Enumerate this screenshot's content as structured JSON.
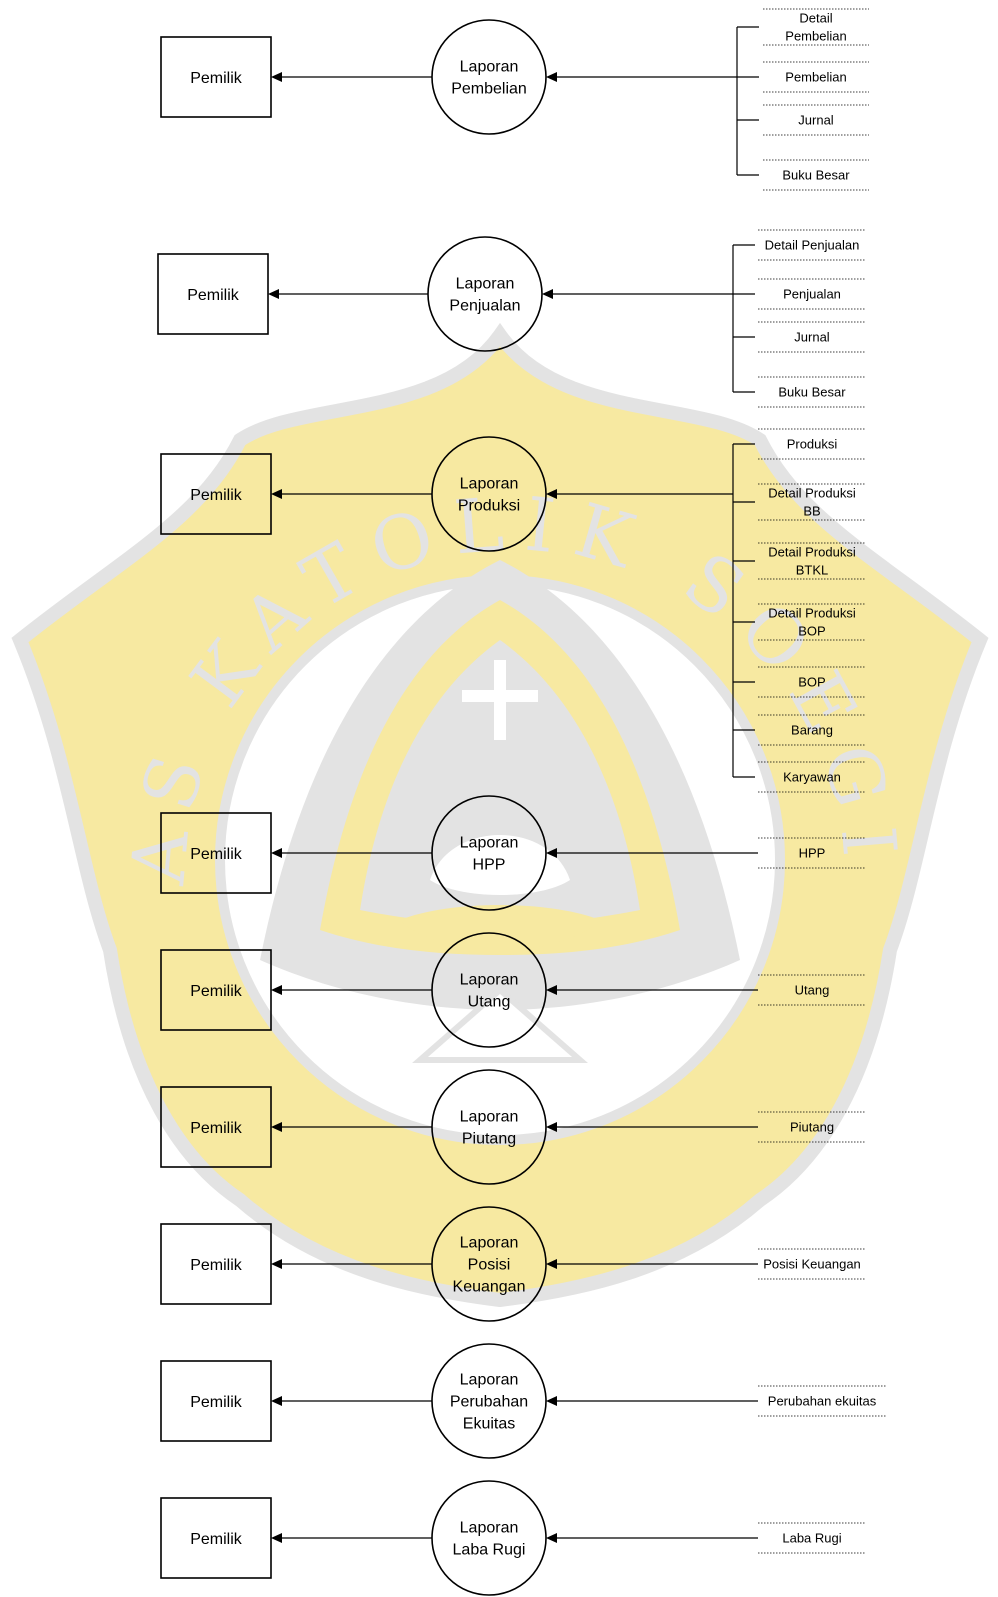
{
  "diagram": {
    "entity_label": "Pemilik",
    "groups": [
      {
        "process": [
          "Laporan",
          "Pembelian"
        ],
        "stores": [
          [
            "Detail",
            "Pembelian"
          ],
          [
            "Pembelian"
          ],
          [
            "Jurnal"
          ],
          [
            "Buku Besar"
          ]
        ]
      },
      {
        "process": [
          "Laporan",
          "Penjualan"
        ],
        "stores": [
          [
            "Detail Penjualan"
          ],
          [
            "Penjualan"
          ],
          [
            "Jurnal"
          ],
          [
            "Buku Besar"
          ]
        ]
      },
      {
        "process": [
          "Laporan",
          "Produksi"
        ],
        "stores": [
          [
            "Produksi"
          ],
          [
            "Detail Produksi",
            "BB"
          ],
          [
            "Detail Produksi",
            "BTKL"
          ],
          [
            "Detail Produksi",
            "BOP"
          ],
          [
            "BOP"
          ],
          [
            "Barang"
          ],
          [
            "Karyawan"
          ]
        ]
      },
      {
        "process": [
          "Laporan",
          "HPP"
        ],
        "stores": [
          [
            "HPP"
          ]
        ]
      },
      {
        "process": [
          "Laporan",
          "Utang"
        ],
        "stores": [
          [
            "Utang"
          ]
        ]
      },
      {
        "process": [
          "Laporan",
          "Piutang"
        ],
        "stores": [
          [
            "Piutang"
          ]
        ]
      },
      {
        "process": [
          "Laporan",
          "Posisi",
          "Keuangan"
        ],
        "stores": [
          [
            "Posisi Keuangan"
          ]
        ]
      },
      {
        "process": [
          "Laporan",
          "Perubahan",
          "Ekuitas"
        ],
        "stores": [
          [
            "Perubahan ekuitas"
          ]
        ]
      },
      {
        "process": [
          "Laporan",
          "Laba Rugi"
        ],
        "stores": [
          [
            "Laba Rugi"
          ]
        ]
      }
    ]
  },
  "watermark": {
    "text": "UNIVERSITAS KATOLIK SOEGIJAPRANATA",
    "colors": {
      "gold": "#f7e9a1",
      "gray": "#e3e3e3"
    }
  }
}
